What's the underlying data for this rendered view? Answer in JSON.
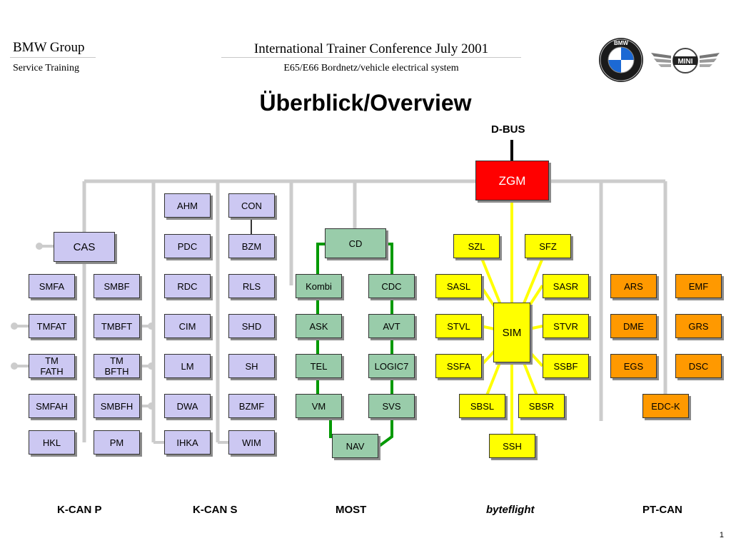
{
  "header": {
    "brand": "BMW Group",
    "brand_sub": "Service Training",
    "conference": "International Trainer Conference July 2001",
    "conference_sub": "E65/E66 Bordnetz/vehicle electrical system",
    "bmw_logo_text": "BMW",
    "mini_logo_text": "MINI"
  },
  "title": "Überblick/Overview",
  "dbus": "D-BUS",
  "nodes": {
    "zgm": "ZGM",
    "cas": "CAS",
    "smfa": "SMFA",
    "smbf": "SMBF",
    "tmfat": "TMFAT",
    "tmbft": "TMBFT",
    "tmfath": "TM\nFATH",
    "tmbfth": "TM\nBFTH",
    "smfah": "SMFAH",
    "smbfh": "SMBFH",
    "hkl": "HKL",
    "pm": "PM",
    "ahm": "AHM",
    "con": "CON",
    "pdc": "PDC",
    "bzm": "BZM",
    "rdc": "RDC",
    "rls": "RLS",
    "cim": "CIM",
    "shd": "SHD",
    "lm": "LM",
    "sh": "SH",
    "dwa": "DWA",
    "bzmf": "BZMF",
    "ihka": "IHKA",
    "wim": "WIM",
    "cd": "CD",
    "kombi": "Kombi",
    "cdc": "CDC",
    "ask": "ASK",
    "avt": "AVT",
    "tel": "TEL",
    "logic7": "LOGIC7",
    "vm": "VM",
    "svs": "SVS",
    "nav": "NAV",
    "szl": "SZL",
    "sfz": "SFZ",
    "sasl": "SASL",
    "sasr": "SASR",
    "sim": "SIM",
    "stvl": "STVL",
    "stvr": "STVR",
    "ssfa": "SSFA",
    "ssbf": "SSBF",
    "sbsl": "SBSL",
    "sbsr": "SBSR",
    "ssh": "SSH",
    "ars": "ARS",
    "emf": "EMF",
    "dme": "DME",
    "grs": "GRS",
    "egs": "EGS",
    "dsc": "DSC",
    "edck": "EDC-K"
  },
  "buses": {
    "kcanp": "K-CAN P",
    "kcans": "K-CAN S",
    "most": "MOST",
    "byteflight": "byteflight",
    "ptcan": "PT-CAN"
  },
  "colors": {
    "kcan_lavender": "#ccc8f2",
    "most_green": "#99ccaa",
    "most_ring": "#009900",
    "byteflight_yellow": "#ffff00",
    "ptcan_orange": "#ff9900",
    "gateway_red": "#ff0000",
    "wire_grey": "#cccccc"
  },
  "page_number": "1"
}
